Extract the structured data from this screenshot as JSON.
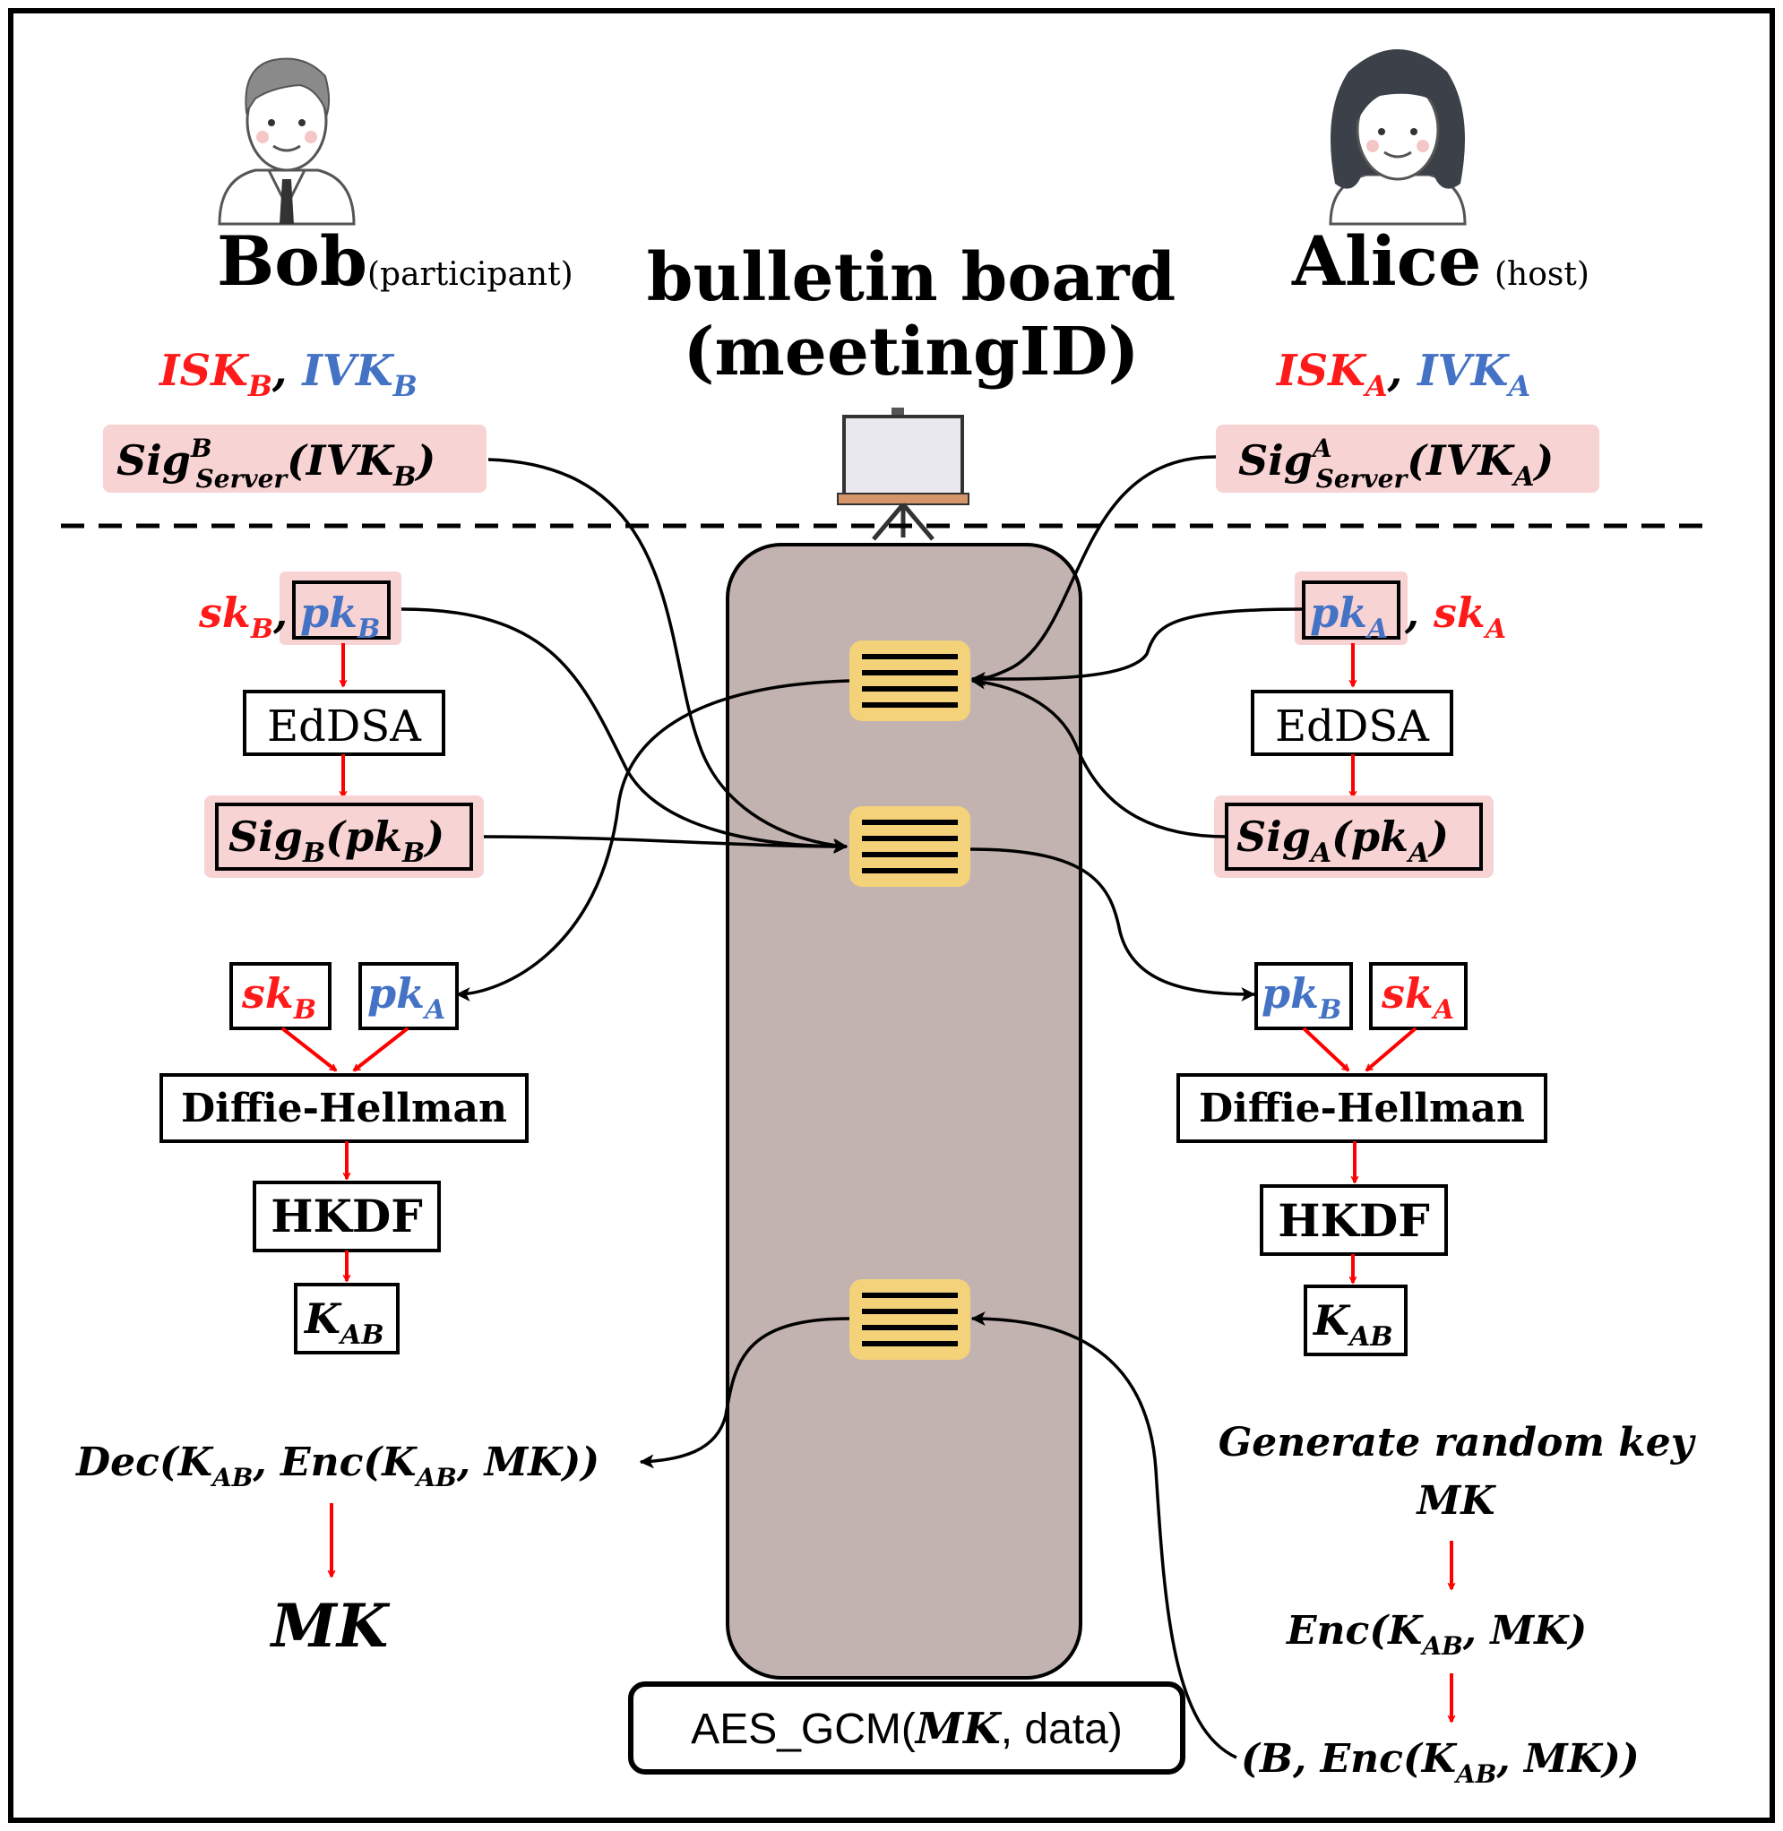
{
  "actors": {
    "bob": {
      "name": "Bob",
      "role": "(participant)"
    },
    "alice": {
      "name": "Alice",
      "role": "(host)"
    }
  },
  "board": {
    "title_line1": "bulletin board",
    "title_line2": "(meetingID)"
  },
  "identity_keys": {
    "bob": {
      "isk_base": "ISK",
      "isk_sub": "B",
      "sep": ", ",
      "ivk_base": "IVK",
      "ivk_sub": "B"
    },
    "alice": {
      "isk_base": "ISK",
      "isk_sub": "A",
      "sep": ", ",
      "ivk_base": "IVK",
      "ivk_sub": "A"
    }
  },
  "server_sigs": {
    "bob": {
      "base": "Sig",
      "sup": "B",
      "sub": "Server",
      "arg": "IVK",
      "arg_sub": "B"
    },
    "alice": {
      "base": "Sig",
      "sup": "A",
      "sub": "Server",
      "arg": "IVK",
      "arg_sub": "A"
    }
  },
  "keypairs": {
    "bob": {
      "sk": "sk",
      "sk_sub": "B",
      "pk": "pk",
      "pk_sub": "B"
    },
    "alice": {
      "sk": "sk",
      "sk_sub": "A",
      "pk": "pk",
      "pk_sub": "A"
    }
  },
  "boxes": {
    "eddsa": "EdDSA",
    "dh": "Diffie-Hellman",
    "hkdf": "HKDF"
  },
  "signatures": {
    "bob": {
      "base": "Sig",
      "sub": "B",
      "arg": "pk",
      "arg_sub": "B"
    },
    "alice": {
      "base": "Sig",
      "sub": "A",
      "arg": "pk",
      "arg_sub": "A"
    }
  },
  "dh_inputs": {
    "bob": {
      "left": "sk",
      "left_sub": "B",
      "right": "pk",
      "right_sub": "A"
    },
    "alice": {
      "left": "pk",
      "left_sub": "B",
      "right": "sk",
      "right_sub": "A"
    }
  },
  "shared_key": {
    "base": "K",
    "sub": "AB"
  },
  "bob_decrypt": {
    "prefix": "Dec(",
    "k": "K",
    "k_sub": "AB",
    "mid": ", Enc(",
    "k2": "K",
    "k2_sub": "AB",
    "suffix": ", MK))"
  },
  "bob_result": "MK",
  "alice_generate": {
    "line1": "Generate random key",
    "line2": "MK"
  },
  "alice_encrypt": {
    "prefix": "Enc(",
    "k": "K",
    "k_sub": "AB",
    "suffix": ", MK)"
  },
  "alice_post": {
    "prefix": "(B, Enc(",
    "k": "K",
    "k_sub": "AB",
    "suffix": ", MK))"
  },
  "aes_box": {
    "prefix": "AES_GCM(",
    "key": "MK",
    "suffix": ", data)"
  },
  "colors": {
    "red": "#ff1a1a",
    "blue": "#4472c4",
    "pink": "#f8d3d3",
    "board_fill": "#c2b2b0",
    "note_fill": "#f3d27a",
    "arrow_red": "#ff0000"
  },
  "icons": [
    "man-avatar-icon",
    "woman-avatar-icon",
    "easel-board-icon",
    "message-note-icon"
  ]
}
